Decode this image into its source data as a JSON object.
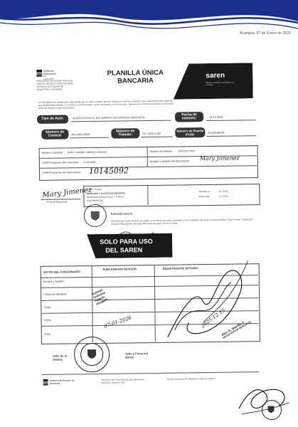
{
  "header": {
    "date": "Acarigua, 07 de Enero de 2026"
  },
  "form": {
    "logo_lines": [
      "Gobierno",
      "Bolivariano",
      "de Venezuela"
    ],
    "ministry_lines": [
      "MINISTERIO DEL PODER POPULAR",
      "PARA EL SERVICIO PENITENCIARIO",
      "SERVICIO AUTÓNOMO DE",
      "REGISTROS Y NOTARÍAS"
    ],
    "title_line1": "PLANILLA ÚNICA",
    "title_line2": "BANCARIA",
    "saren_logo": "saren",
    "saren_sub": "Servicio Autónomo de Registros y Notarías",
    "instructions": "La PUB deberá ser emitida para cada trámite que se vaya a realizar ante las oficinas de registros y notarías. Para cada trámite debe utilizarse una planilla independiente. Los montos son referenciales y serán verificados por el funcionario. Agradecemos tomar las previsiones necesarias antes de efectuar el depósito bancario.",
    "tipo_acto_label": "Tipo de Acto:",
    "tipo_acto_value": "MODIFICACIÓN AL DOCUMENTO DE EMPRESA MERCANTIL",
    "fecha_emision_label": "Fecha de emisión:",
    "fecha_emision_value": "15-12-2025",
    "numero_control_label": "Número de Control:",
    "numero_control_value": "466-0060-0060",
    "numero_tramite_label": "Número de Trámite:",
    "numero_tramite_value": "411.2025.4.382",
    "numero_planilla_label": "Número de Planilla (PUB):",
    "numero_planilla_value": "41100189759",
    "nombre_label": "Nombre y Apellido:",
    "nombre_value": "MARY CARMEN JIMENEZ PARADA",
    "telefono_label": "Número de teléfono:",
    "telefono_value": "(0414)5272563",
    "cirif_solicitante_label": "CI/RIF/Pasaporte del Solicitante:",
    "cirif_solicitante_value": "V-10145092",
    "nombre_depositante_label": "Nombre y Apellido del Depositante:",
    "nombre_depositante_value": "Mary Jimenez",
    "cirif_depositante_label": "CI/RIF/Pasaporte del Depositante:",
    "cirif_depositante_value": "10145092",
    "firma_depositante_label": "Firma del Depositante",
    "signature_text": "Mary Jimenez",
    "conceptos_header": "Montos a Pagar:",
    "concepto_1": "DERECHOS Y GASTOS DE REGISTRO",
    "concepto_2": "DERECHOS MUNICIPALES Y OTROS",
    "concepto_3": "CONTRIBUCIÓN",
    "total_label": "Total Banco:",
    "total_value": "44.733,00",
    "subtotal_label": "Monto total:",
    "subtotal_value": "44.733,00",
    "estimado_label": "Estimado usuario,",
    "aviso": "Recuerde que puede efectuar sus pagos, sin comisión de tasas y aranceles, en las entidades bancarias correspondientes. Pago en línea, Transacción Única de Recaudación. Mensaje SMS (Solo de pago). Punto de Venta.",
    "banner_line1": "SOLO PARA USO",
    "banner_line2": "DEL SAREN",
    "datos_funcionario": "DATOS DEL FUNCIONARIO",
    "funcionario_revisor": "FUNCIONARIO REVISOR",
    "registrador_notario": "REGISTRADOR/ NOTARIO",
    "campo_nombre": "Nombre y Apellido:",
    "campo_cedula": "Cédula de Identidad:",
    "campo_cargo": "Cargo:",
    "campo_fecha": "Fecha:",
    "campo_firma": "Firma:",
    "sello_oficina": "Sello de la Oficina",
    "sello_banco": "Sello y Firma del Banco",
    "handwritten_date": "07-01-2026",
    "handwritten_date2": "2025-12-15",
    "stamp_name": "Alex G. Morillo Y.",
    "stamp_title": "REGISTRADOR MERCANTIL",
    "stamp_roles": [
      "Yarkelyn",
      "Andreina",
      "Fajardo",
      "Abogado"
    ],
    "footer_logo": "Gobierno Bolivariano de Venezuela",
    "footer_ministry": "Ministerio del Poder Popular para Relaciones Interiores, Justicia y Paz",
    "footer_saren": "Servicio Autónomo de Registros y Notarías (Saren)"
  }
}
